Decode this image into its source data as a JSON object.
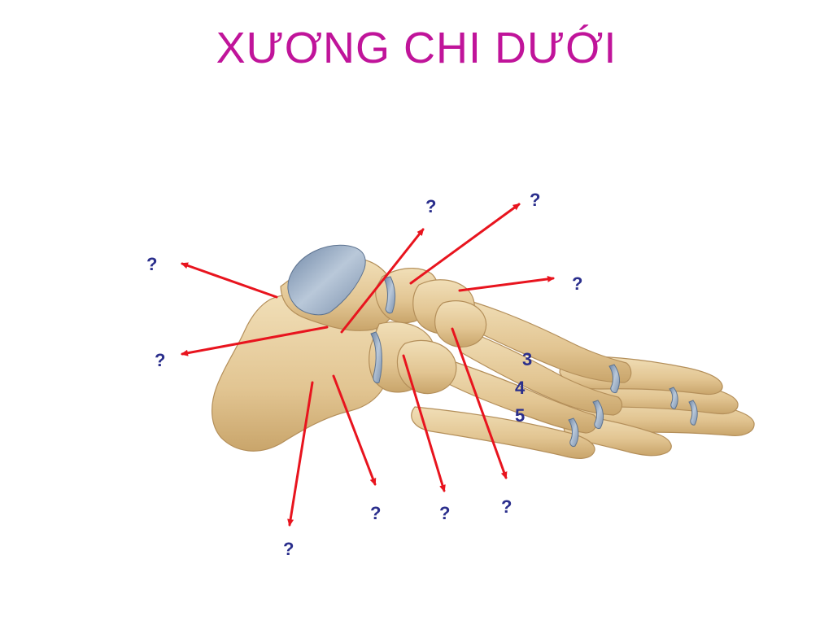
{
  "slide": {
    "title": "XƯƠNG CHI DƯỚI"
  },
  "labels": {
    "l1": "?",
    "l2": "?",
    "l3": "?",
    "l4": "?",
    "l5": "?",
    "l6": "?",
    "l7": "?",
    "l8": "?",
    "l9": "?",
    "l10": "?",
    "n3": "3",
    "n4": "4",
    "n5": "5"
  },
  "colors": {
    "title": "#c0149a",
    "arrow": "#e8141e",
    "label": "#2a2e8c",
    "bone": "#e9d3a6",
    "cartilage": "#8ea4bf"
  }
}
